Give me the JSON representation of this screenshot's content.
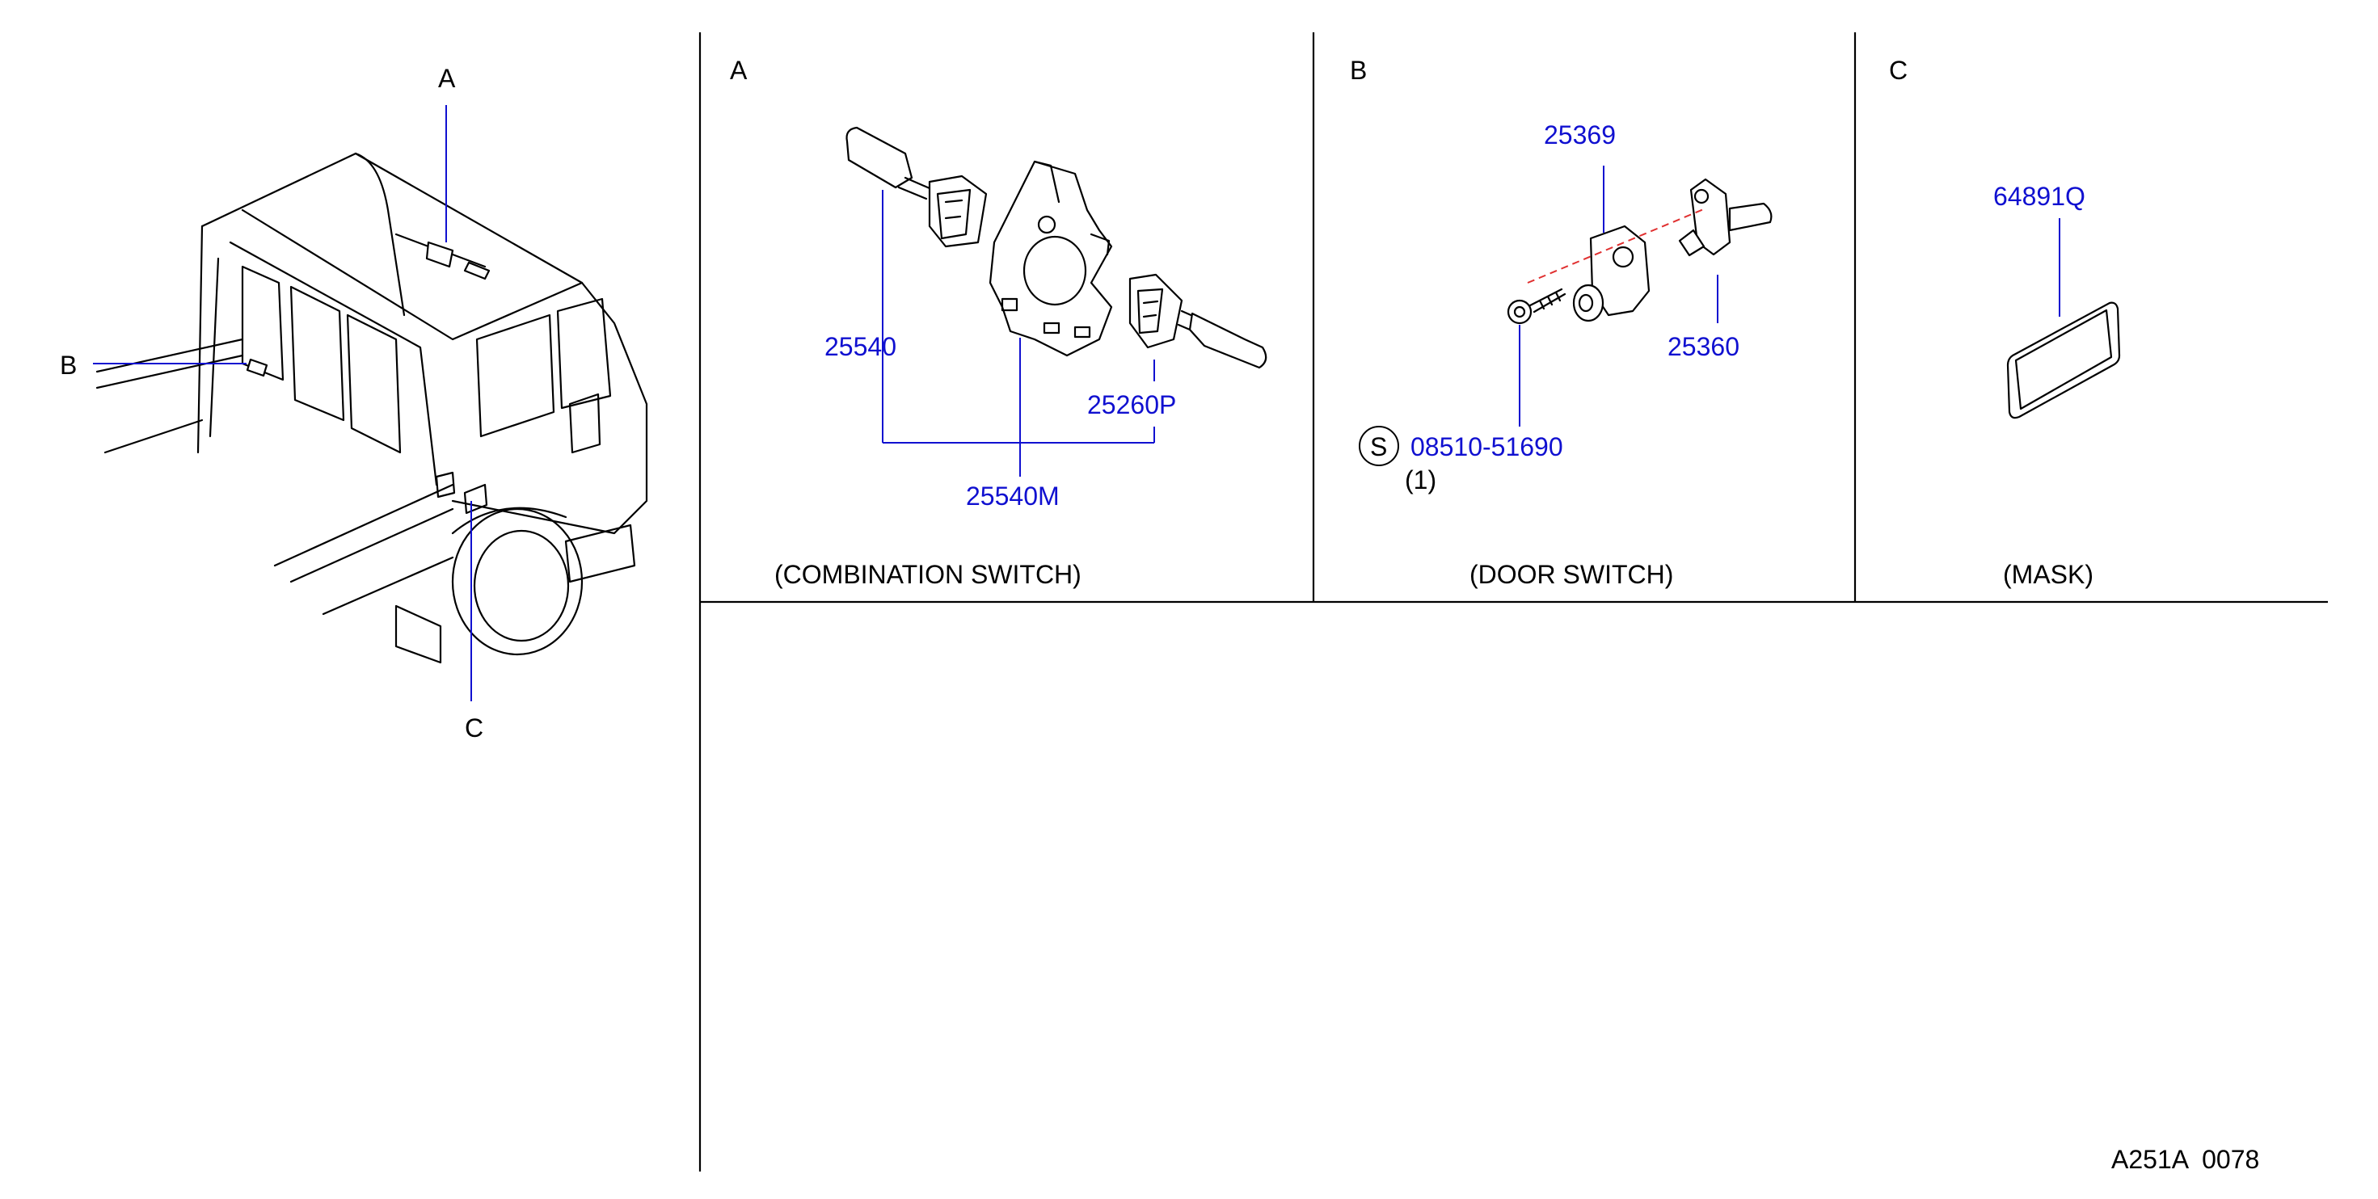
{
  "overview": {
    "callout_a": "A",
    "callout_b": "B",
    "callout_c": "C"
  },
  "panels": {
    "a": {
      "letter": "A",
      "caption": "(COMBINATION  SWITCH)",
      "parts": [
        "25540",
        "25540M",
        "25260P"
      ]
    },
    "b": {
      "letter": "B",
      "caption": "(DOOR  SWITCH)",
      "parts": [
        "25369",
        "25360",
        "08510-51690"
      ],
      "standard_mark": "S",
      "quantity": "(1)"
    },
    "c": {
      "letter": "C",
      "caption": "(MASK)",
      "parts": [
        "64891Q"
      ]
    }
  },
  "footer": {
    "code": "A251A  0078"
  },
  "colors": {
    "part_number": "#1010d0",
    "text": "#000000",
    "dashed_axis": "#e03030"
  }
}
